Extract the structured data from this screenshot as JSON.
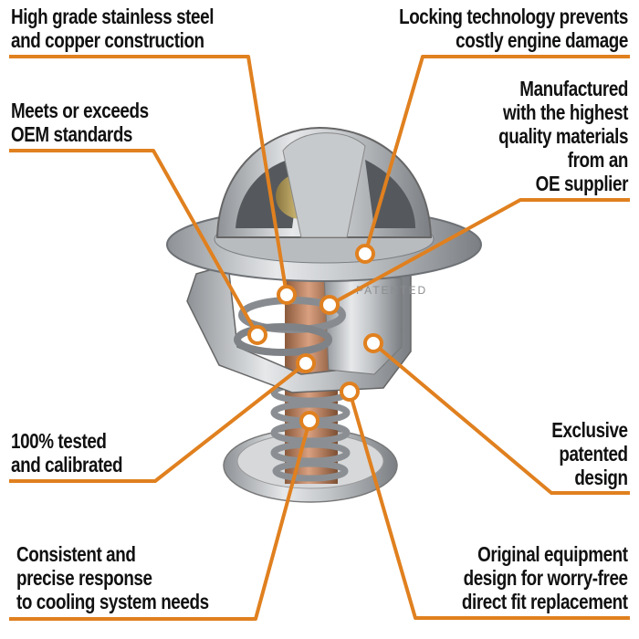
{
  "accent_color": "#e0801f",
  "callouts": {
    "stainless": [
      "High grade stainless steel",
      "and copper construction"
    ],
    "locking": [
      "Locking technology prevents",
      "costly engine damage"
    ],
    "oem": [
      "Meets or exceeds",
      "OEM standards"
    ],
    "manufactured": [
      "Manufactured",
      "with the highest",
      "quality materials",
      "from an",
      "OE supplier"
    ],
    "tested": [
      "100% tested",
      "and calibrated"
    ],
    "patented": [
      "Exclusive",
      "patented",
      "design"
    ],
    "consistent": [
      "Consistent and",
      "precise response",
      "to cooling system needs"
    ],
    "original": [
      "Original equipment",
      "design for worry-free",
      "direct fit replacement"
    ]
  },
  "product_stamp": "PATENTED"
}
